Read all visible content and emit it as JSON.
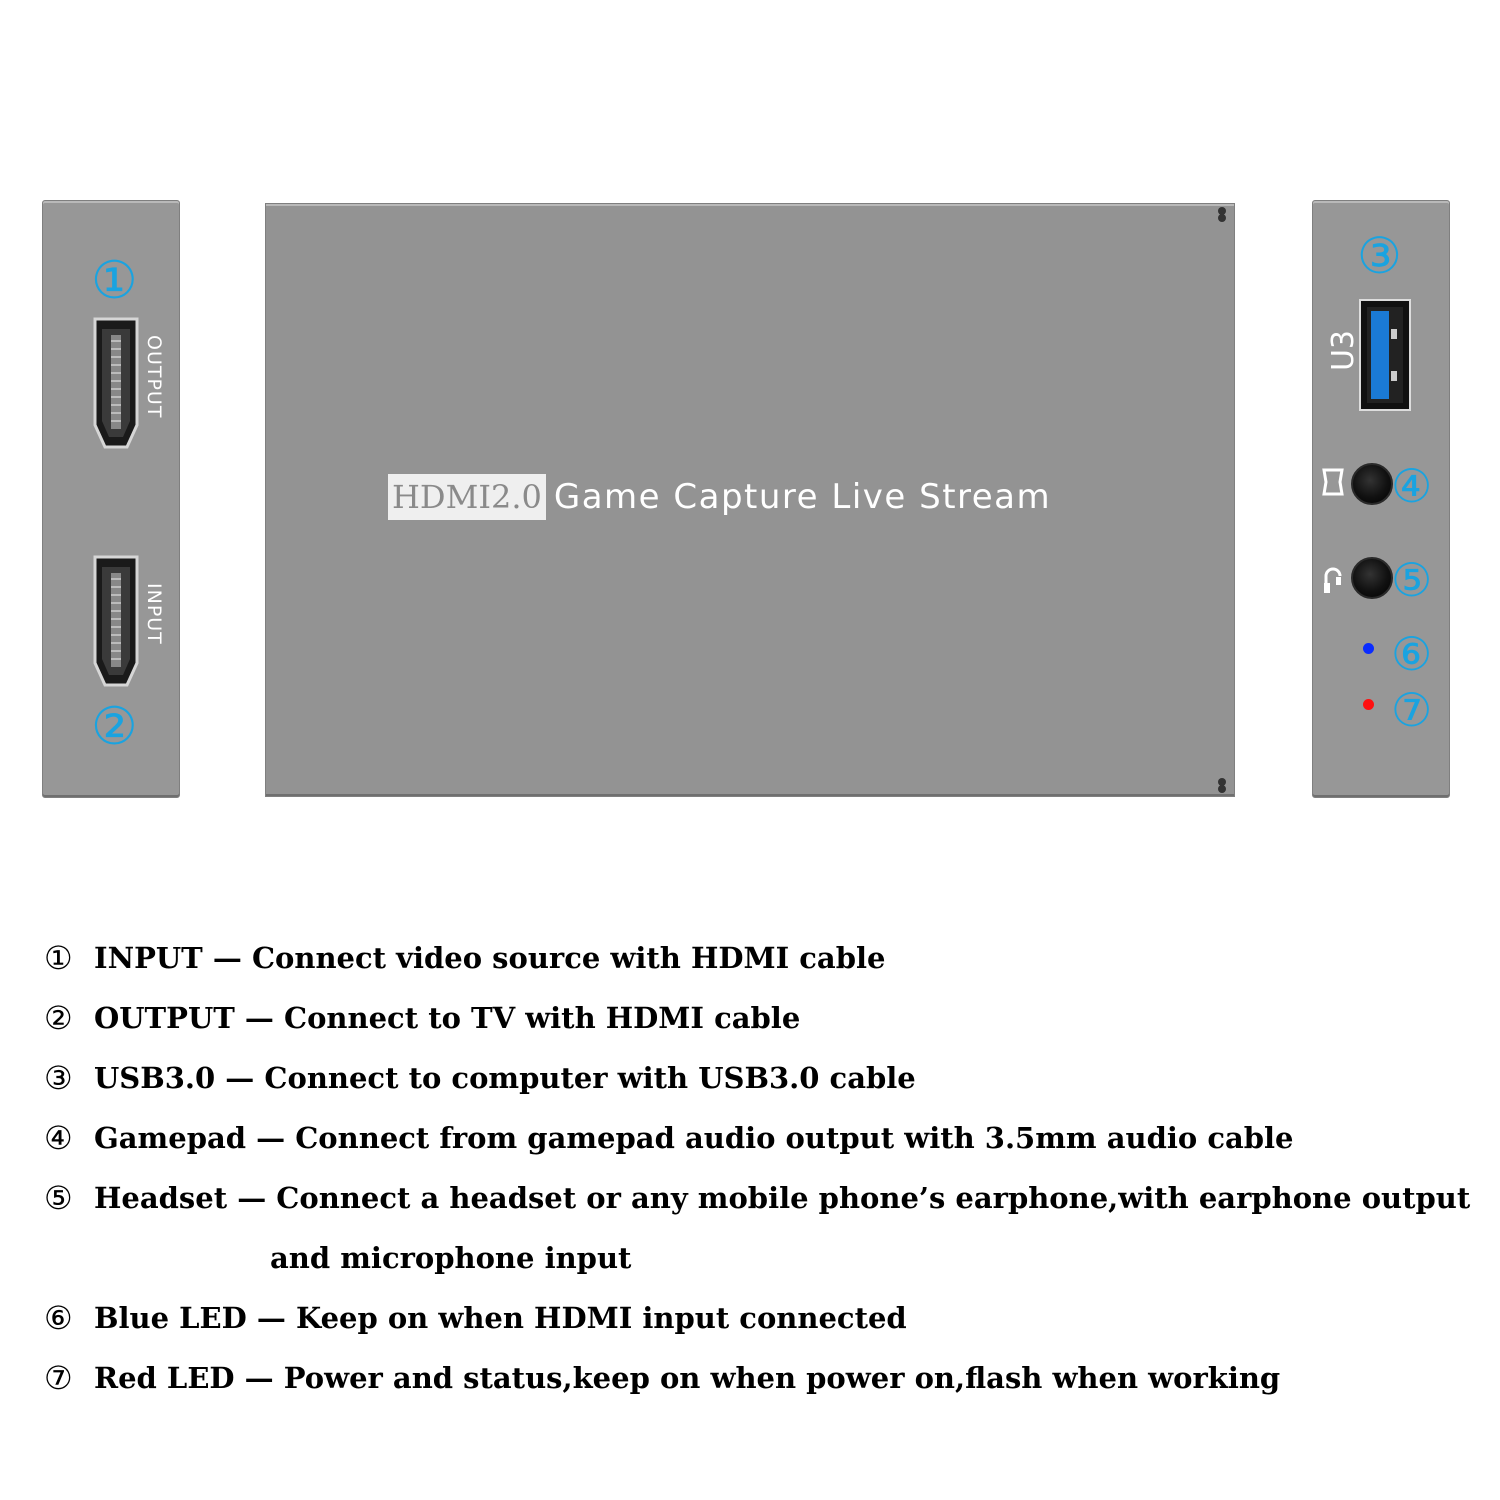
{
  "device": {
    "left_panel": {
      "callouts": [
        "①",
        "②"
      ],
      "output_label": "OUTPUT",
      "input_label": "INPUT"
    },
    "main_body": {
      "badge": "HDMI2.0",
      "title": "Game Capture Live Stream"
    },
    "right_panel": {
      "callouts": [
        "③",
        "④",
        "⑤",
        "⑥",
        "⑦"
      ],
      "usb_label": "U3",
      "led_colors": {
        "blue": "#0a2cff",
        "red": "#ff1010"
      }
    },
    "accent_color": "#1aa3e0"
  },
  "legend": [
    {
      "num": "①",
      "text": " INPUT — Connect video source with HDMI cable"
    },
    {
      "num": "②",
      "text": "OUTPUT — Connect to TV with HDMI cable"
    },
    {
      "num": "③",
      "text": "USB3.0 — Connect to computer with USB3.0 cable"
    },
    {
      "num": "④",
      "text": "Gamepad — Connect from gamepad audio output with 3.5mm audio cable"
    },
    {
      "num": "⑤",
      "text": "Headset — Connect a headset or any mobile phone’s earphone,with earphone output",
      "cont": "and microphone input"
    },
    {
      "num": "⑥",
      "text": "Blue LED — Keep on when HDMI input connected"
    },
    {
      "num": "⑦",
      "text": "Red LED — Power and status,keep on when power on,flash when working"
    }
  ]
}
